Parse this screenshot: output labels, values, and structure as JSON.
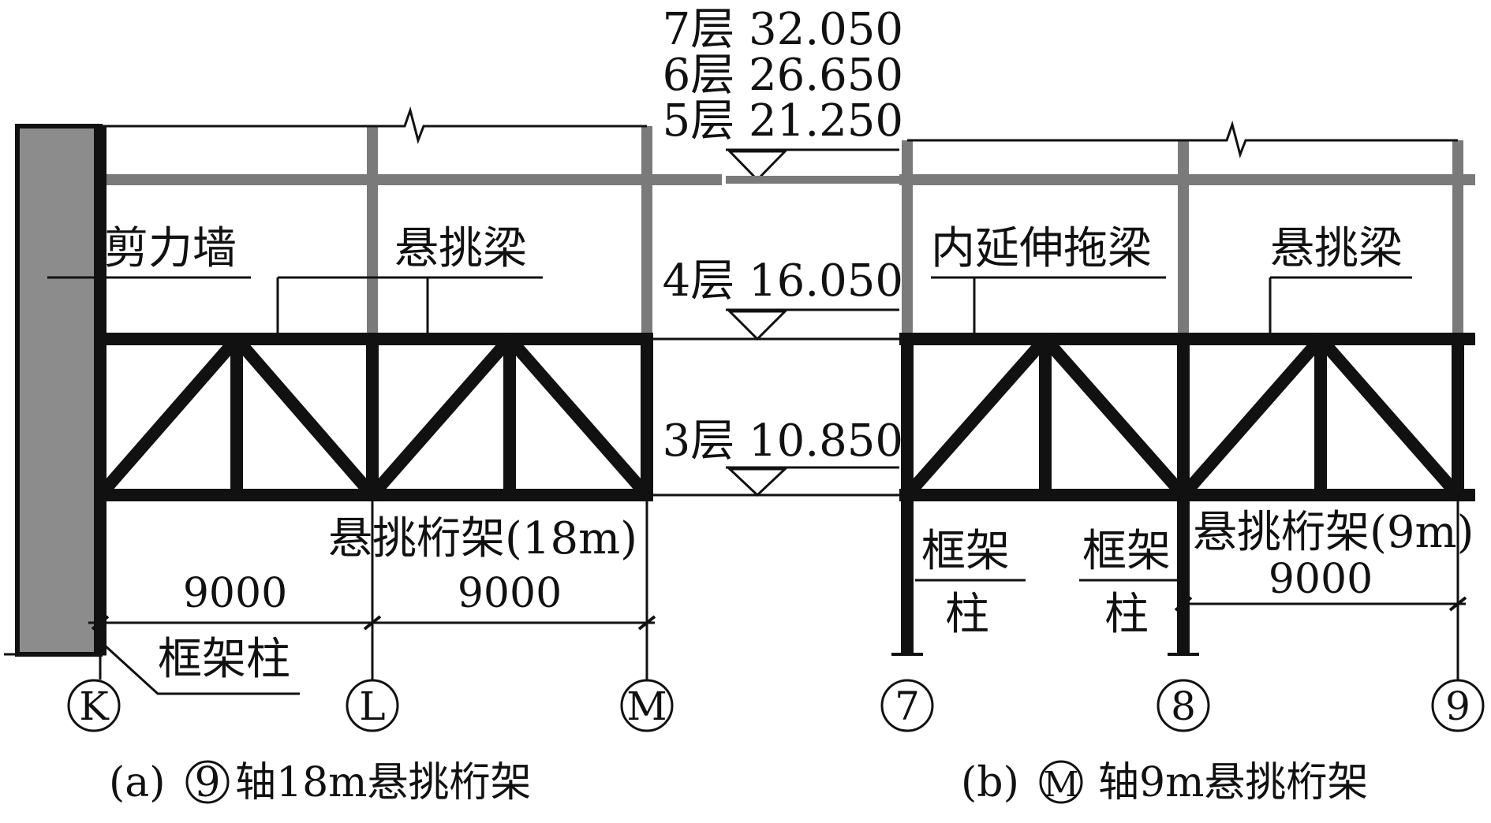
{
  "levels": {
    "l7": "7层 32.050",
    "l6": "6层 26.650",
    "l5": "5层 21.250",
    "l4": "4层 16.050",
    "l3": "3层 10.850"
  },
  "labels_a": {
    "shear_wall": "剪力墙",
    "cantilever_beam": "悬挑梁",
    "truss": "悬挑桁架(18m)",
    "dim_1": "9000",
    "dim_2": "9000",
    "frame_column": "框架柱"
  },
  "labels_b": {
    "drag_beam": "内延伸拖梁",
    "cantilever_beam": "悬挑梁",
    "frame_col_1_top": "框架",
    "frame_col_1_bot": "柱",
    "frame_col_2_top": "框架",
    "frame_col_2_bot": "柱",
    "truss": "悬挑桁架(9m)",
    "dim": "9000"
  },
  "axes": {
    "K": "K",
    "L": "L",
    "M": "M",
    "n7": "7",
    "n8": "8",
    "n9": "9"
  },
  "captions": {
    "a_prefix": "(a)",
    "a_axis": "9",
    "a_text": "轴18m悬挑桁架",
    "b_prefix": "(b)",
    "b_axis": "M",
    "b_text": "轴9m悬挑桁架"
  },
  "colors": {
    "member": "#111111",
    "upper_member": "#7a7a7a",
    "shear_wall_fill": "#8c8c8c"
  }
}
